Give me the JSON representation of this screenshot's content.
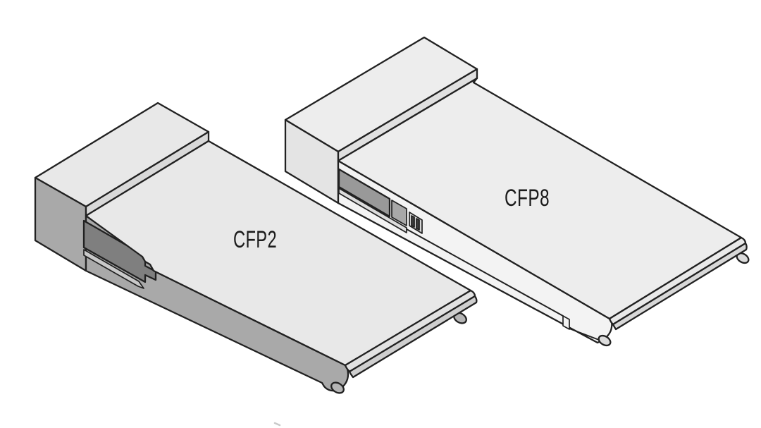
{
  "diagram": {
    "background": "#ffffff",
    "outline_color": "#212121",
    "label_color": "#1c1c1c",
    "modules": [
      {
        "id": "cfp2",
        "label": "CFP2"
      },
      {
        "id": "cfp8",
        "label": "CFP8"
      }
    ],
    "colors": {
      "cfp2_top": "#e8e8e8",
      "cfp2_side": "#a9a9a9",
      "cfp2_block_strip": "#d9d9d9",
      "cfp2_bevel_light": "#e2e2e2",
      "cfp2_bevel_mid": "#cfcfcf",
      "cfp2_slot": "#7f7f7f",
      "cfp2_rail": "#c9c9c9",
      "cfp2_tab": "#b5b5b5",
      "cfp8_top": "#ededed",
      "cfp8_side": "#e4e4e4",
      "cfp8_block_strip": "#e0e0e0",
      "cfp8_wall": "#f3f3f3",
      "cfp8_slot": "#999999",
      "cfp8_slot_end": "#a8a8a8",
      "cfp8_rail": "#dcdcdc",
      "cfp8_bevel_light": "#e9e9e9",
      "cfp8_bevel_mid": "#d8d8d8",
      "cfp8_tab": "#dcdcdc",
      "connector_plate": "#d8d8d8",
      "connector_dark": "#3c3c3c"
    }
  }
}
